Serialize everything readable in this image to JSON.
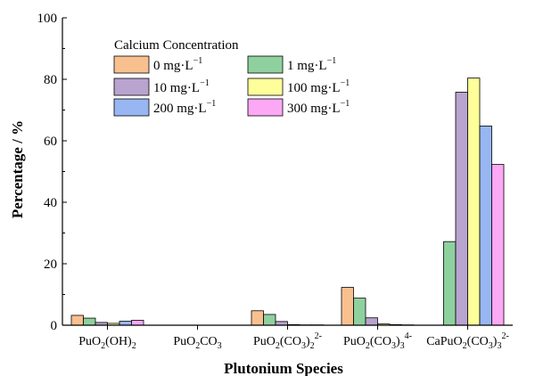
{
  "chart_data": {
    "type": "bar",
    "title": "",
    "xlabel": "Plutonium Species",
    "ylabel": "Percentage / %",
    "ylim": [
      0,
      100
    ],
    "yticks": [
      0,
      20,
      40,
      60,
      80,
      100
    ],
    "grid": false,
    "legend": {
      "title": "Calcium Concentration",
      "placement": "top-left"
    },
    "categories": [
      {
        "base": "PuO",
        "segments": [
          {
            "t": "PuO",
            "s": ""
          },
          {
            "t": "2",
            "s": "sub"
          },
          {
            "t": "(OH)",
            "s": ""
          },
          {
            "t": "2",
            "s": "sub"
          }
        ]
      },
      {
        "base": "PuO",
        "segments": [
          {
            "t": "PuO",
            "s": ""
          },
          {
            "t": "2",
            "s": "sub"
          },
          {
            "t": "CO",
            "s": ""
          },
          {
            "t": "3",
            "s": "sub"
          }
        ]
      },
      {
        "base": "PuO",
        "segments": [
          {
            "t": "PuO",
            "s": ""
          },
          {
            "t": "2",
            "s": "sub"
          },
          {
            "t": "(CO",
            "s": ""
          },
          {
            "t": "3",
            "s": "sub"
          },
          {
            "t": ")",
            "s": ""
          },
          {
            "t": "2",
            "s": "sub"
          },
          {
            "t": "2-",
            "s": "sup"
          }
        ]
      },
      {
        "base": "PuO",
        "segments": [
          {
            "t": "PuO",
            "s": ""
          },
          {
            "t": "2",
            "s": "sub"
          },
          {
            "t": "(CO",
            "s": ""
          },
          {
            "t": "3",
            "s": "sub"
          },
          {
            "t": ")",
            "s": ""
          },
          {
            "t": "3",
            "s": "sub"
          },
          {
            "t": "4-",
            "s": "sup"
          }
        ]
      },
      {
        "base": "CaPuO",
        "segments": [
          {
            "t": "CaPuO",
            "s": ""
          },
          {
            "t": "2",
            "s": "sub"
          },
          {
            "t": "(CO",
            "s": ""
          },
          {
            "t": "3",
            "s": "sub"
          },
          {
            "t": ")",
            "s": ""
          },
          {
            "t": "3",
            "s": "sub"
          },
          {
            "t": "2-",
            "s": "sup"
          }
        ]
      }
    ],
    "series": [
      {
        "name": "0 mg·L",
        "unit_sup": "−1",
        "color": "#f9c08f",
        "values": [
          3.2,
          0,
          4.7,
          12.3,
          0
        ]
      },
      {
        "name": "1 mg·L",
        "unit_sup": "−1",
        "color": "#8fd19e",
        "values": [
          2.3,
          0,
          3.5,
          8.8,
          27.2
        ]
      },
      {
        "name": "10 mg·L",
        "unit_sup": "−1",
        "color": "#b9a3cf",
        "values": [
          0.9,
          0,
          1.2,
          2.4,
          75.8
        ]
      },
      {
        "name": "100 mg·L",
        "unit_sup": "−1",
        "color": "#fefe9a",
        "values": [
          0.6,
          0,
          0.2,
          0.4,
          80.4
        ]
      },
      {
        "name": "200 mg·L",
        "unit_sup": "−1",
        "color": "#98b6f1",
        "values": [
          1.3,
          0,
          0.1,
          0.2,
          64.8
        ]
      },
      {
        "name": "300 mg·L",
        "unit_sup": "−1",
        "color": "#fca8f5",
        "values": [
          1.6,
          0,
          0.1,
          0.1,
          52.3
        ]
      }
    ]
  }
}
